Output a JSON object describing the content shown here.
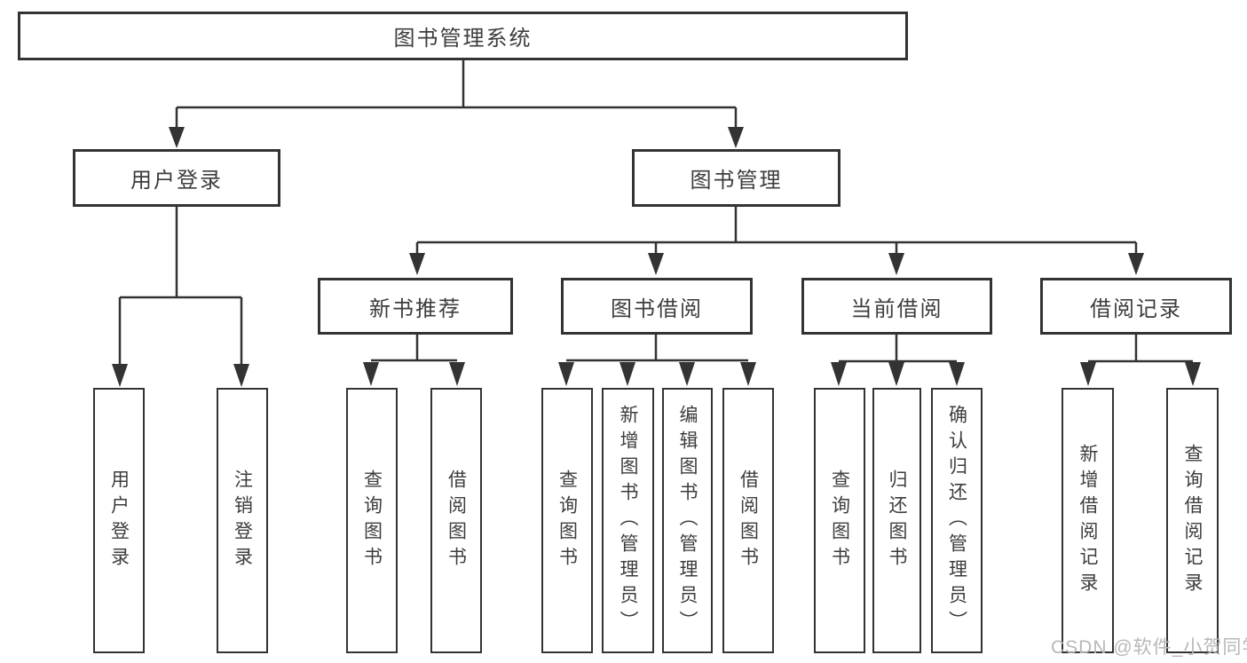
{
  "tree": {
    "label": "图书管理系统",
    "children": [
      {
        "label": "用户登录",
        "children": [
          {
            "label": "用户登录"
          },
          {
            "label": "注销登录"
          }
        ]
      },
      {
        "label": "图书管理",
        "children": [
          {
            "label": "新书推荐",
            "children": [
              {
                "label": "查询图书"
              },
              {
                "label": "借阅图书"
              }
            ]
          },
          {
            "label": "图书借阅",
            "children": [
              {
                "label": "查询图书"
              },
              {
                "label": "新增图书（管理员）"
              },
              {
                "label": "编辑图书（管理员）"
              },
              {
                "label": "借阅图书"
              }
            ]
          },
          {
            "label": "当前借阅",
            "children": [
              {
                "label": "查询图书"
              },
              {
                "label": "归还图书"
              },
              {
                "label": "确认归还（管理员）"
              }
            ]
          },
          {
            "label": "借阅记录",
            "children": [
              {
                "label": "新增借阅记录"
              },
              {
                "label": "查询借阅记录"
              }
            ]
          }
        ]
      }
    ]
  },
  "watermark": {
    "text": "CSDN @软件_小贺同学"
  },
  "colors": {
    "line": "#333333",
    "text": "#3d3d3d",
    "background": "#ffffff",
    "watermark": "#b8b8b8"
  }
}
